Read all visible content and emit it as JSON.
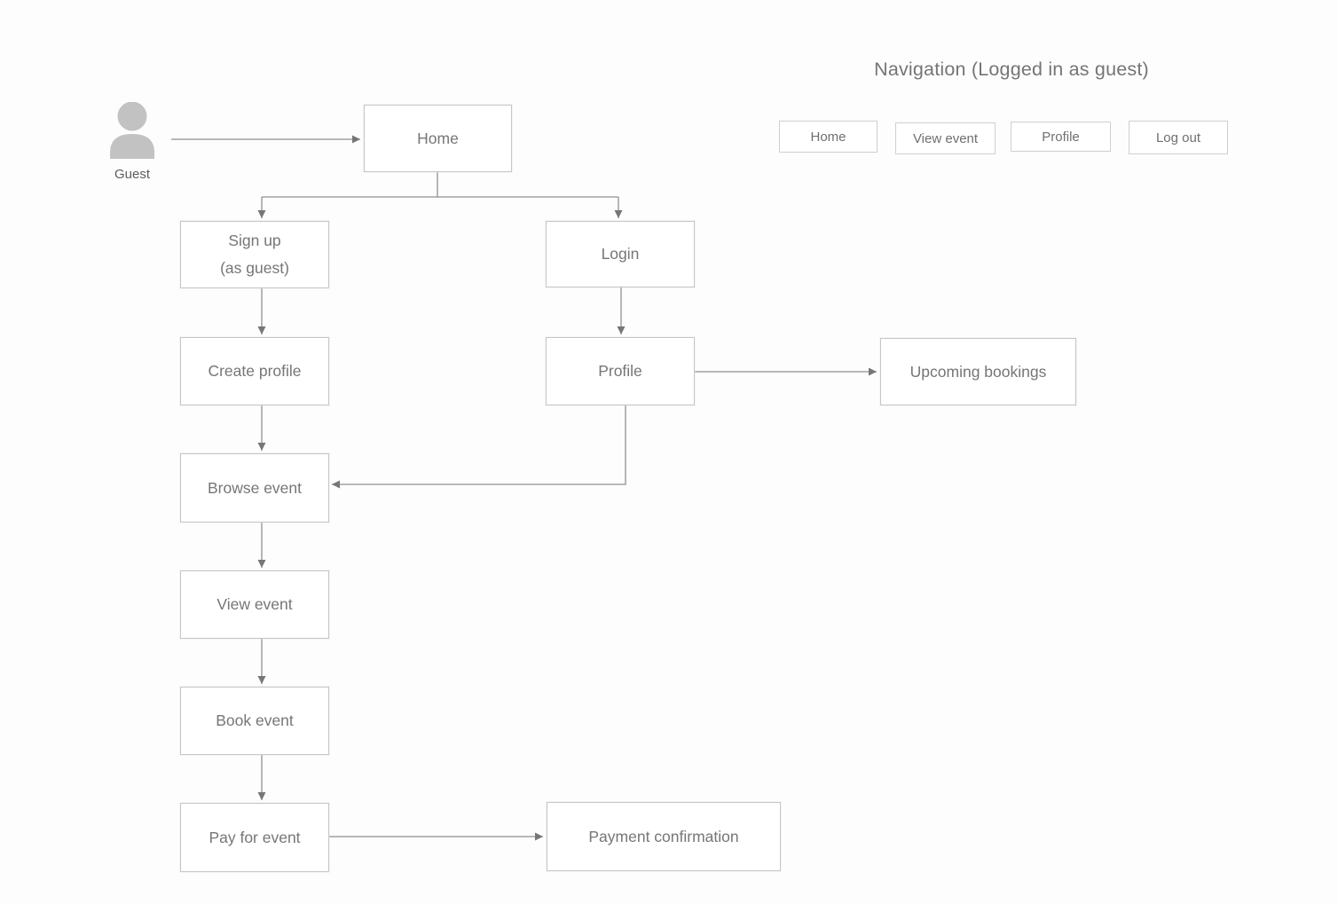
{
  "diagram": {
    "title": "Navigation (Logged in as guest)",
    "actor": {
      "label": "Guest"
    },
    "nav": {
      "items": [
        {
          "label": "Home"
        },
        {
          "label": "View event"
        },
        {
          "label": "Profile"
        },
        {
          "label": "Log out"
        }
      ]
    },
    "nodes": {
      "home": {
        "label": "Home"
      },
      "signup": {
        "label": "Sign up",
        "label2": "(as guest)"
      },
      "login": {
        "label": "Login"
      },
      "create_profile": {
        "label": "Create profile"
      },
      "profile": {
        "label": "Profile"
      },
      "upcoming_bookings": {
        "label": "Upcoming bookings"
      },
      "browse_event": {
        "label": "Browse event"
      },
      "view_event": {
        "label": "View event"
      },
      "book_event": {
        "label": "Book event"
      },
      "pay_for_event": {
        "label": "Pay for event"
      },
      "payment_confirmation": {
        "label": "Payment confirmation"
      }
    },
    "edges": [
      {
        "from": "guest",
        "to": "home"
      },
      {
        "from": "home",
        "to": "signup"
      },
      {
        "from": "home",
        "to": "login"
      },
      {
        "from": "signup",
        "to": "create_profile"
      },
      {
        "from": "create_profile",
        "to": "browse_event"
      },
      {
        "from": "browse_event",
        "to": "view_event"
      },
      {
        "from": "view_event",
        "to": "book_event"
      },
      {
        "from": "book_event",
        "to": "pay_for_event"
      },
      {
        "from": "pay_for_event",
        "to": "payment_confirmation"
      },
      {
        "from": "login",
        "to": "profile"
      },
      {
        "from": "profile",
        "to": "upcoming_bookings"
      },
      {
        "from": "profile",
        "to": "browse_event"
      }
    ],
    "colors": {
      "background": "#fdfdfd",
      "node_border": "#c6c6c6",
      "node_fill": "#ffffff",
      "node_text": "#767676",
      "line": "#8f8f8f",
      "arrowhead": "#767676",
      "actor_icon": "#c2c2c2",
      "title_text": "#757575"
    }
  }
}
